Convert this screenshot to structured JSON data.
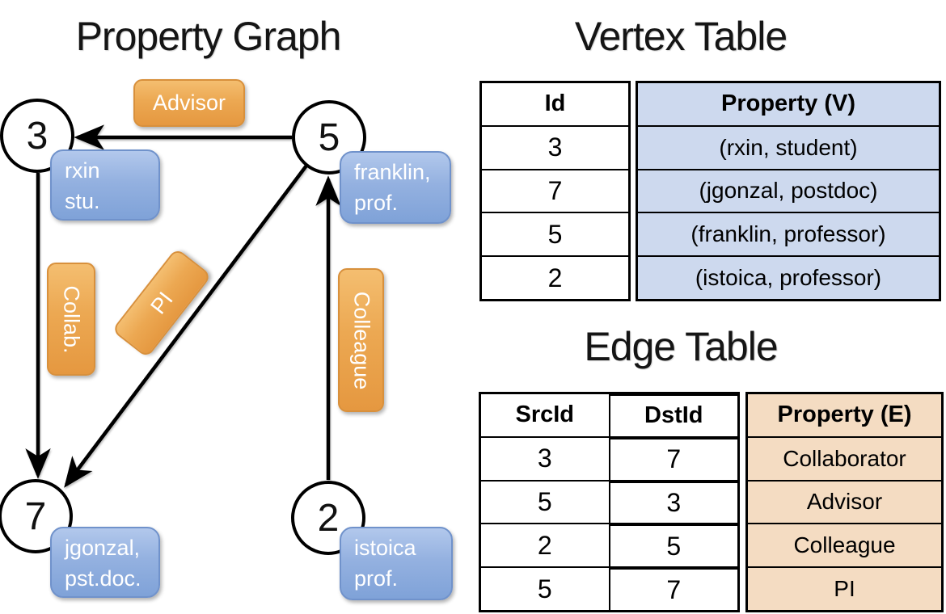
{
  "graph": {
    "title": "Property Graph",
    "nodes": {
      "n3": {
        "id": "3"
      },
      "n5": {
        "id": "5"
      },
      "n7": {
        "id": "7"
      },
      "n2": {
        "id": "2"
      }
    },
    "vertex_boxes": {
      "rxin": {
        "line1": "rxin",
        "line2": "stu."
      },
      "franklin": {
        "line1": "franklin,",
        "line2": "prof."
      },
      "jgonzal": {
        "line1": "jgonzal,",
        "line2": "pst.doc."
      },
      "istoica": {
        "line1": "istoica",
        "line2": "prof."
      }
    },
    "edge_labels": {
      "advisor": "Advisor",
      "collab": "Collab.",
      "pi": "PI",
      "colleague": "Colleague"
    },
    "edges": [
      {
        "from": "5",
        "to": "3",
        "label": "Advisor"
      },
      {
        "from": "3",
        "to": "7",
        "label": "Collab."
      },
      {
        "from": "5",
        "to": "7",
        "label": "PI"
      },
      {
        "from": "2",
        "to": "5",
        "label": "Colleague"
      }
    ]
  },
  "vertex_table": {
    "title": "Vertex Table",
    "col_id": "Id",
    "col_property": "Property (V)",
    "rows": [
      {
        "id": "3",
        "property": "(rxin, student)"
      },
      {
        "id": "7",
        "property": "(jgonzal, postdoc)"
      },
      {
        "id": "5",
        "property": "(franklin, professor)"
      },
      {
        "id": "2",
        "property": "(istoica, professor)"
      }
    ]
  },
  "edge_table": {
    "title": "Edge Table",
    "col_src": "SrcId",
    "col_dst": "DstId",
    "col_property": "Property (E)",
    "rows": [
      {
        "src": "3",
        "dst": "7",
        "property": "Collaborator"
      },
      {
        "src": "5",
        "dst": "3",
        "property": "Advisor"
      },
      {
        "src": "2",
        "dst": "5",
        "property": "Colleague"
      },
      {
        "src": "5",
        "dst": "7",
        "property": "PI"
      }
    ]
  },
  "colors": {
    "edge_label_gradient_top": "#f4be70",
    "edge_label_gradient_bottom": "#e59840",
    "edge_label_border": "#d8903c",
    "vertex_box_gradient_top": "#b2c8ec",
    "vertex_box_gradient_bottom": "#7fa2d8",
    "vertex_box_border": "#7092cb",
    "vertex_table_fill": "#cdd9ee",
    "edge_table_fill": "#f4dcc2",
    "line_color": "#000000",
    "text_on_boxes": "#ffffff"
  }
}
